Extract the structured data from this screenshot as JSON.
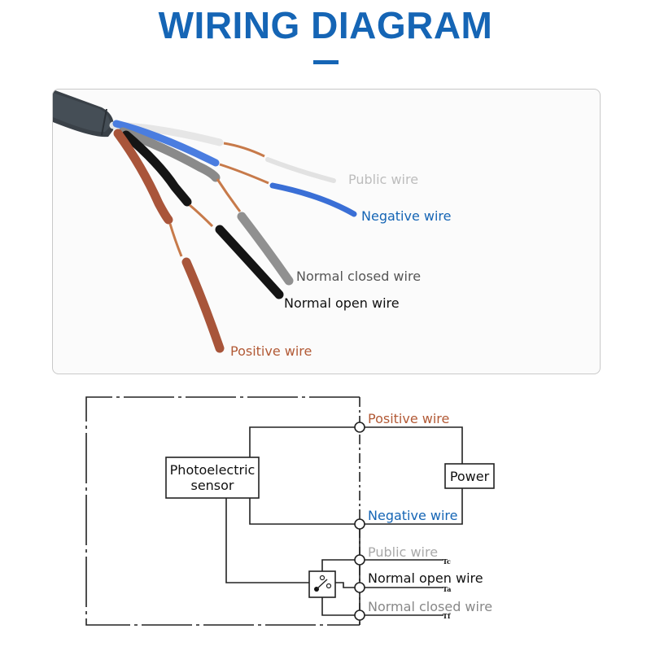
{
  "title": "WIRING DIAGRAM",
  "photo": {
    "labels": {
      "public": "Public wire",
      "negative": "Negative wire",
      "normal_closed": "Normal closed wire",
      "normal_open": "Normal open wire",
      "positive": "Positive wire"
    }
  },
  "schematic": {
    "sensor_label": "Photoelectric sensor",
    "power_label": "Power",
    "positive": "Positive wire",
    "negative": "Negative wire",
    "public": "Public wire",
    "normal_open": "Normal open wire",
    "normal_closed": "Normal closed wire",
    "terminals": {
      "tc": "Tc",
      "ta": "Ta",
      "tf": "Tf"
    }
  },
  "colors": {
    "title_blue": "#1565b5",
    "positive_brown": "#b25a36",
    "public_gray": "#bdbdbd",
    "closed_gray": "#555555",
    "open_black": "#111111"
  }
}
